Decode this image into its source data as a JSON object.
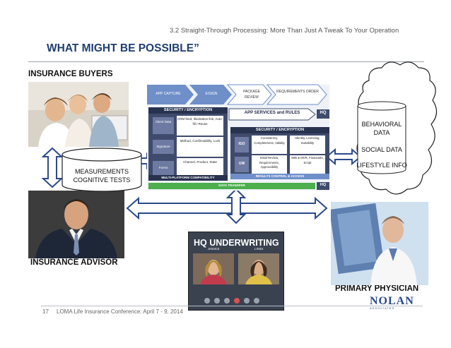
{
  "header": {
    "topic": "3.2 Straight-Through Processing: More Than Just A Tweak To Your Operation",
    "title": "WHAT MIGHT BE POSSIBLE”"
  },
  "sections": {
    "insurance_buyers": "INSURANCE BUYERS",
    "insurance_advisor": "INSURANCE ADVISOR",
    "primary_physician": "PRIMARY PHYSICIAN",
    "hq_underwriting": "HQ UNDERWRITING"
  },
  "measurements_db": {
    "line1": "MEASUREMENTS",
    "line2": "COGNITIVE TESTS"
  },
  "cloud": {
    "line1": "BEHAVIORAL",
    "line2": "DATA",
    "line3": "SOCIAL DATA",
    "line4": "LIFESTYLE INFO"
  },
  "process": {
    "chevrons": [
      "APP CAPTURE",
      "E/SIGN",
      "PACKAGE REVIEW",
      "REQUIREMENTS ORDER"
    ],
    "security_left": "SECURITY / ENCRYPTION",
    "security_right": "SECURITY / ENCRYPTION",
    "left_rows": [
      {
        "label": "Client Data",
        "desc": "CRM feed, Illustration link, Auto-fill / Reuse"
      },
      {
        "label": "Signature",
        "desc": "Method, Confirmability, Lock"
      },
      {
        "label": "Forms",
        "desc": "Channel, Product, State"
      }
    ],
    "app_services": "APP SERVICES and RULES",
    "hq_tag_top": "HQ",
    "right_rows": [
      {
        "label": "IGO",
        "c1": "Consistency, Completeness, Validity",
        "c2": "Identity, Licensing, Suitability"
      },
      {
        "label": "UW",
        "c1": "Initial Review, Requirements, Approvability",
        "c2": "MIB & MVR, Financials, Script"
      }
    ],
    "results_bar": "RESULTS CONTROL & ACCESS",
    "multi_platform": "MULTI-PLATFORM COMPATIBILITY",
    "data_transfer": "DATA TRANSFER",
    "hq_tag_bottom": "HQ"
  },
  "video": {
    "name_left": "Jessica",
    "name_right": "Linda"
  },
  "logo": {
    "word": "NOLAN",
    "tagline": "ASSOCIATES"
  },
  "footer": {
    "slide_number": "17",
    "conference": "LOMA Life Insurance Conference: April 7 - 9, 2014"
  },
  "colors": {
    "title_blue": "#1f3f6e",
    "arrow_blue": "#2b4a8b",
    "chevron_blue": "#6f8fc9",
    "dark_panel": "#3f4b6d",
    "green_bar": "#4cae4c"
  }
}
